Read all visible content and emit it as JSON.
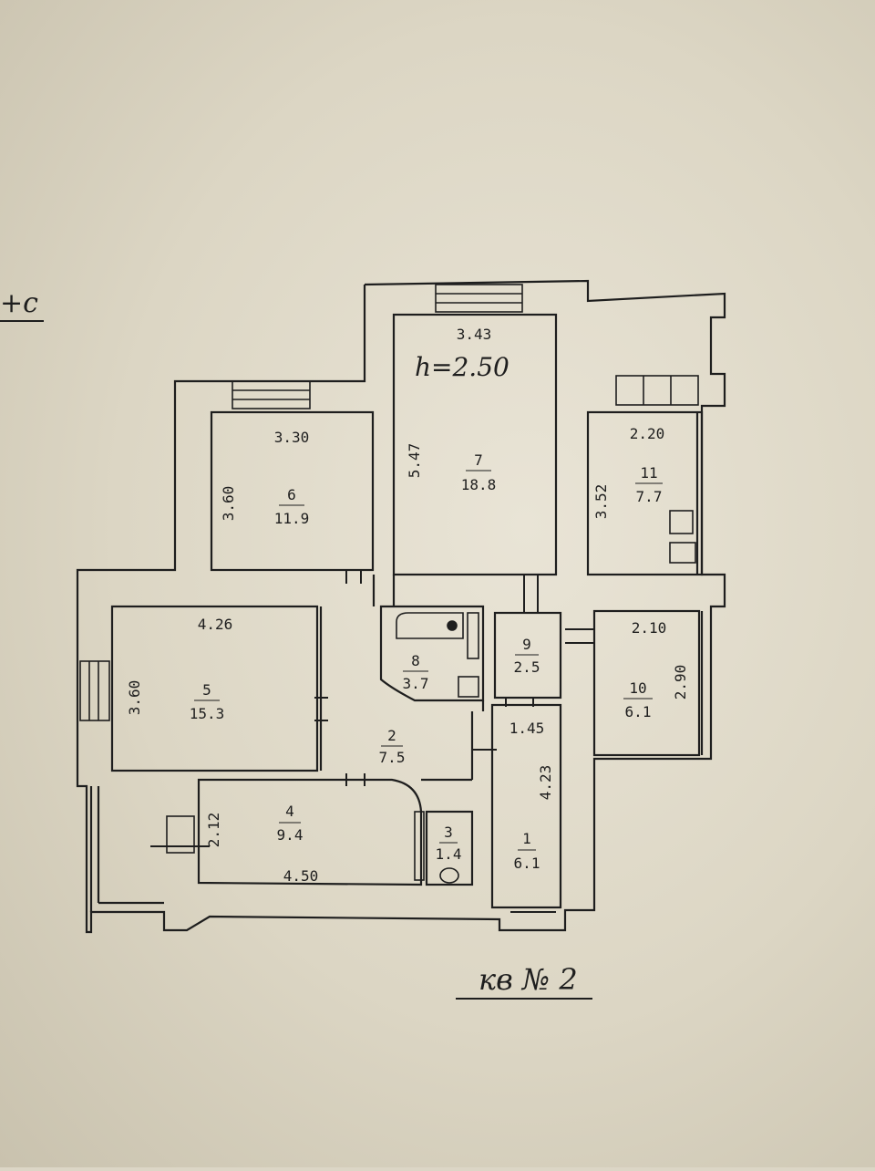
{
  "header_fragment": "+c",
  "ceiling_height": "h=2.50",
  "apartment_label": "кв № 2",
  "rooms": [
    {
      "id": "r1",
      "num": "1",
      "area": "6.1"
    },
    {
      "id": "r2",
      "num": "2",
      "area": "7.5"
    },
    {
      "id": "r3",
      "num": "3",
      "area": "1.4"
    },
    {
      "id": "r4",
      "num": "4",
      "area": "9.4"
    },
    {
      "id": "r5",
      "num": "5",
      "area": "15.3"
    },
    {
      "id": "r6",
      "num": "6",
      "area": "11.9"
    },
    {
      "id": "r7",
      "num": "7",
      "area": "18.8"
    },
    {
      "id": "r8",
      "num": "8",
      "area": "3.7"
    },
    {
      "id": "r9",
      "num": "9",
      "area": "2.5"
    },
    {
      "id": "r10",
      "num": "10",
      "area": "6.1"
    },
    {
      "id": "r11",
      "num": "11",
      "area": "7.7"
    }
  ],
  "dimensions": {
    "r7_width": "3.43",
    "r7_height": "5.47",
    "r6_width": "3.30",
    "r6_height": "3.60",
    "r11_width": "2.20",
    "r11_height": "3.52",
    "r5_width": "4.26",
    "r5_height": "3.60",
    "r10_width": "2.10",
    "r10_height": "2.90",
    "r1_width": "1.45",
    "r1_height": "4.23",
    "r4_height": "2.12",
    "r4_width": "4.50"
  },
  "colors": {
    "ink": "#1e1e1e",
    "paper": "#e6e0d0"
  }
}
